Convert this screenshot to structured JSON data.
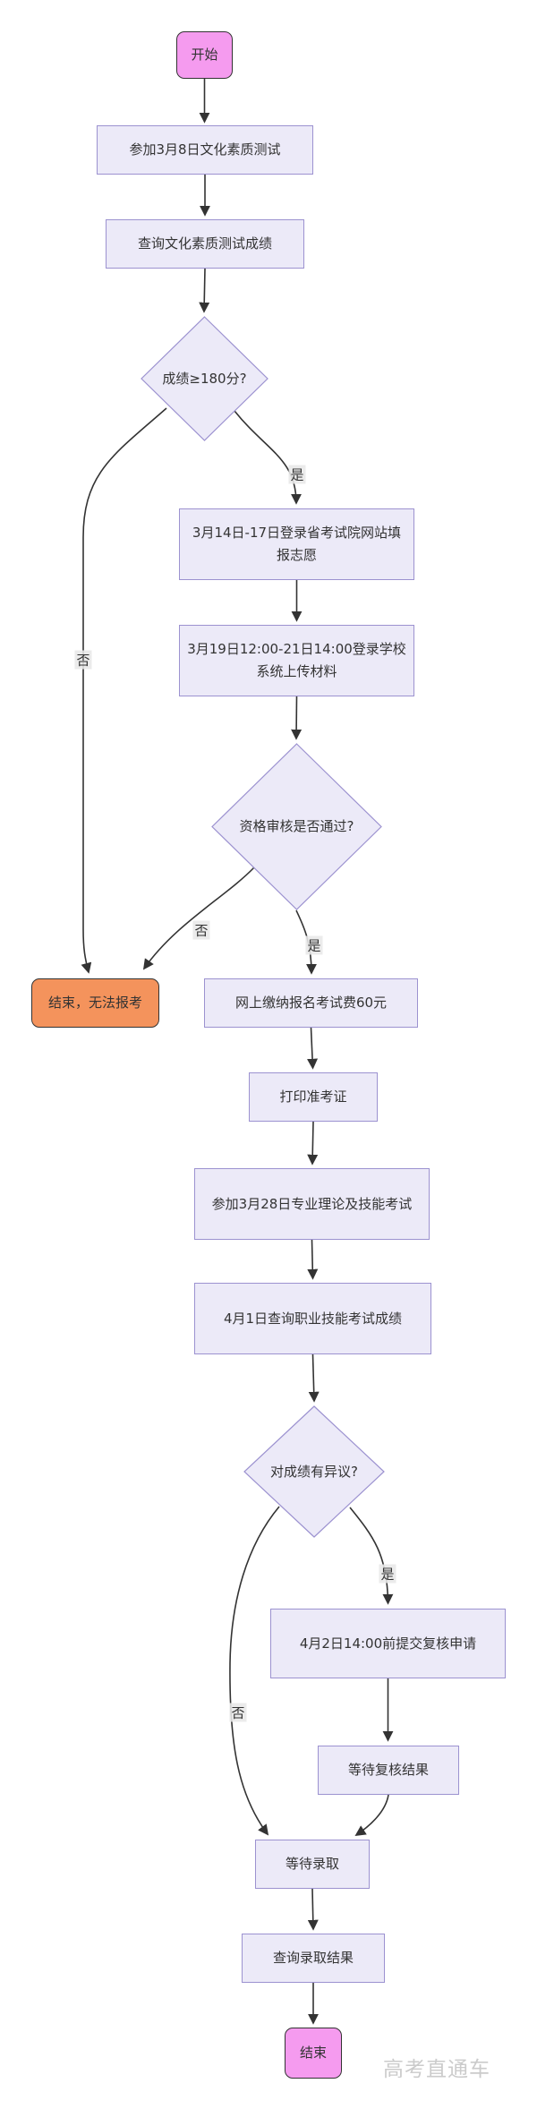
{
  "diagram": {
    "type": "flowchart",
    "direction": "top-down",
    "topic": "高职单招报考流程"
  },
  "colors": {
    "terminal_fill": "#F59BEF",
    "terminal_border": "#333333",
    "process_fill": "#ECEAF8",
    "process_border": "#9C92D0",
    "fail_fill": "#F4935C",
    "fail_border": "#333333",
    "edge": "#333333",
    "edge_label_bg": "#E8E8E8",
    "text": "#333333",
    "watermark": "#CBCBCB"
  },
  "nodes": {
    "start": {
      "label": "开始",
      "shape": "rounded"
    },
    "culture_test": {
      "label": "参加3月8日文化素质测试",
      "shape": "rect"
    },
    "query_culture": {
      "label": "查询文化素质测试成绩",
      "shape": "rect"
    },
    "score_check": {
      "label": "成绩≥180分?",
      "shape": "diamond"
    },
    "fill_volunteer": {
      "label": "3月14日-17日登录省考试院网站填报志愿",
      "shape": "rect"
    },
    "upload_material": {
      "label": "3月19日12:00-21日14:00登录学校系统上传材料",
      "shape": "rect"
    },
    "audit_check": {
      "label": "资格审核是否通过?",
      "shape": "diamond"
    },
    "fail_end": {
      "label": "结束，无法报考",
      "shape": "rounded"
    },
    "pay_fee": {
      "label": "网上缴纳报名考试费60元",
      "shape": "rect"
    },
    "print_ticket": {
      "label": "打印准考证",
      "shape": "rect"
    },
    "skill_exam": {
      "label": "参加3月28日专业理论及技能考试",
      "shape": "rect"
    },
    "query_skill": {
      "label": "4月1日查询职业技能考试成绩",
      "shape": "rect"
    },
    "dispute_check": {
      "label": "对成绩有异议?",
      "shape": "diamond"
    },
    "submit_review": {
      "label": "4月2日14:00前提交复核申请",
      "shape": "rect"
    },
    "wait_review": {
      "label": "等待复核结果",
      "shape": "rect"
    },
    "wait_admission": {
      "label": "等待录取",
      "shape": "rect"
    },
    "query_admission": {
      "label": "查询录取结果",
      "shape": "rect"
    },
    "end": {
      "label": "结束",
      "shape": "rounded"
    }
  },
  "edge_labels": {
    "yes1": "是",
    "no1": "否",
    "yes2": "是",
    "no2": "否",
    "yes3": "是",
    "no3": "否"
  },
  "watermark": "高考直通车"
}
